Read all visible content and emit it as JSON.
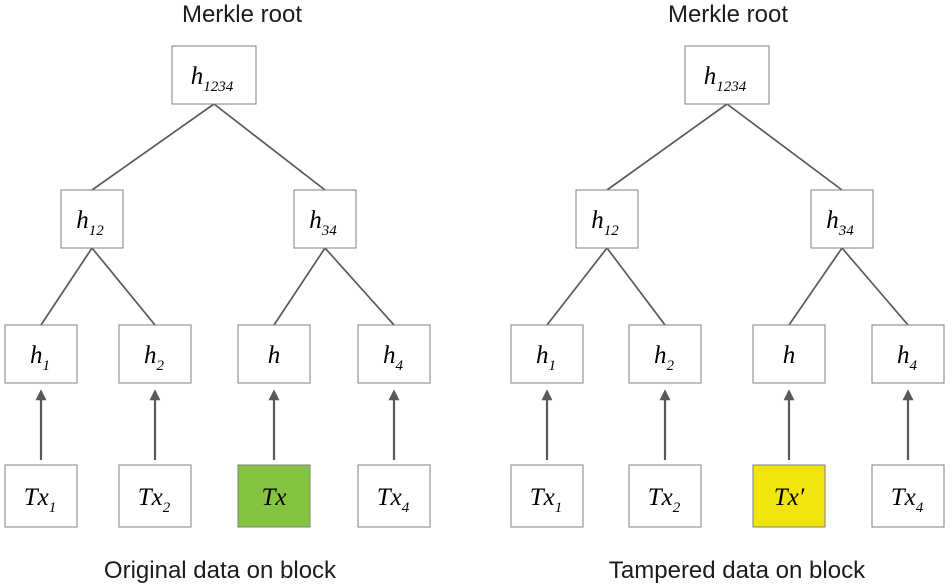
{
  "diagrams": [
    {
      "title": "Merkle root",
      "caption": "Original data on block",
      "nodes": {
        "root": {
          "base": "h",
          "sub": "1234"
        },
        "n12": {
          "base": "h",
          "sub": "12"
        },
        "n34": {
          "base": "h",
          "sub": "34"
        },
        "n1": {
          "base": "h",
          "sub": "1"
        },
        "n2": {
          "base": "h",
          "sub": "2"
        },
        "n3": {
          "base": "h",
          "sub": ""
        },
        "n4": {
          "base": "h",
          "sub": "4"
        },
        "tx1": {
          "base": "Tx",
          "sub": "1",
          "fill": "#ffffff"
        },
        "tx2": {
          "base": "Tx",
          "sub": "2",
          "fill": "#ffffff"
        },
        "tx3": {
          "base": "Tx",
          "sub": "",
          "fill": "#84C441"
        },
        "tx4": {
          "base": "Tx",
          "sub": "4",
          "fill": "#ffffff"
        }
      }
    },
    {
      "title": "Merkle root",
      "caption": "Tampered data on block",
      "nodes": {
        "root": {
          "base": "h",
          "sub": "1234"
        },
        "n12": {
          "base": "h",
          "sub": "12"
        },
        "n34": {
          "base": "h",
          "sub": "34"
        },
        "n1": {
          "base": "h",
          "sub": "1"
        },
        "n2": {
          "base": "h",
          "sub": "2"
        },
        "n3": {
          "base": "h",
          "sub": ""
        },
        "n4": {
          "base": "h",
          "sub": "4"
        },
        "tx1": {
          "base": "Tx",
          "sub": "1",
          "fill": "#ffffff"
        },
        "tx2": {
          "base": "Tx",
          "sub": "2",
          "fill": "#ffffff"
        },
        "tx3": {
          "base": "Tx′",
          "sub": "",
          "fill": "#F2E50B"
        },
        "tx4": {
          "base": "Tx",
          "sub": "4",
          "fill": "#ffffff"
        }
      }
    }
  ],
  "colors": {
    "highlight_original": "#84C441",
    "highlight_tampered": "#F2E50B",
    "line": "#595959"
  }
}
